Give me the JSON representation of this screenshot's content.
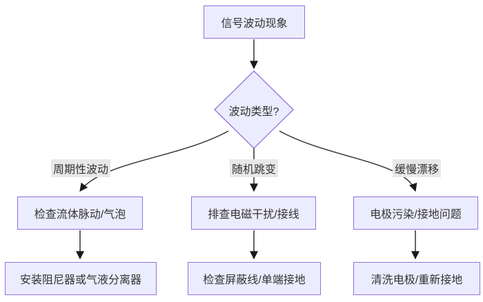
{
  "nodes": {
    "start": {
      "label": "信号波动现象"
    },
    "decision": {
      "label": "波动类型?"
    },
    "periodic_check": {
      "label": "检查流体脉动/气泡"
    },
    "random_check": {
      "label": "排查电磁干扰/接线"
    },
    "drift_check": {
      "label": "电极污染/接地问题"
    },
    "periodic_fix": {
      "label": "安装阻尼器或气液分离器"
    },
    "random_fix": {
      "label": "检查屏蔽线/单端接地"
    },
    "drift_fix": {
      "label": "清洗电极/重新接地"
    }
  },
  "edge_labels": {
    "periodic": "周期性波动",
    "random": "随机跳变",
    "drift": "缓慢漂移"
  },
  "colors": {
    "node_fill": "#ececff",
    "node_border": "#9370db",
    "edge_line": "#333333",
    "arrowhead": "#1a1a1a",
    "label_bg": "#e8e8e8",
    "text": "#333333",
    "page_bg": "#ffffff"
  }
}
